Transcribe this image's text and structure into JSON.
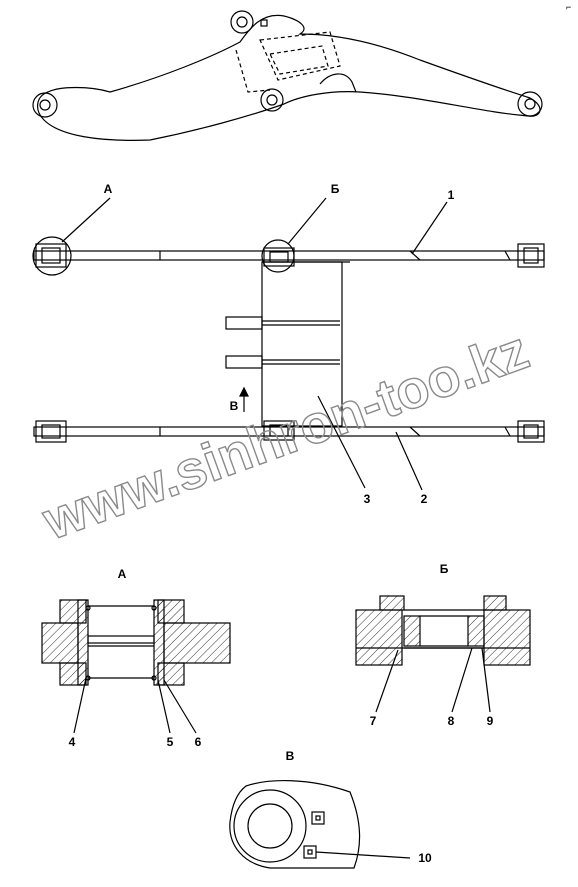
{
  "corner_mark": "⌐",
  "callouts": {
    "view_a": "А",
    "view_b": "Б",
    "part_1": "1",
    "part_2": "2",
    "part_3": "3",
    "view_v_arrow": "В"
  },
  "detail_a": {
    "title": "А",
    "part_4": "4",
    "part_5": "5",
    "part_6": "6"
  },
  "detail_b": {
    "title": "Б",
    "part_7": "7",
    "part_8": "8",
    "part_9": "9"
  },
  "view_v": {
    "title": "В",
    "part_10": "10"
  },
  "watermark": "www.sinhron-too.kz",
  "colors": {
    "line": "#000000",
    "watermark": "#8a8a8a",
    "background": "#ffffff"
  }
}
